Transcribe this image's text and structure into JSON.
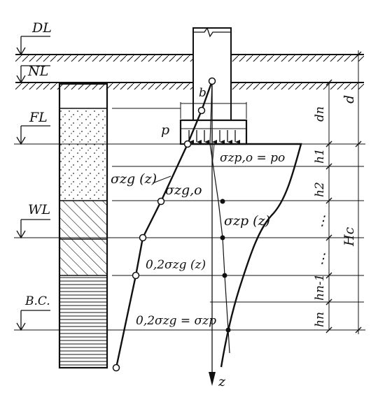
{
  "levels": {
    "dl": "DL",
    "nl": "NL",
    "fl": "FL",
    "wl": "WL",
    "bc": "B.C."
  },
  "load_label": "p",
  "width_label": "b",
  "depth": {
    "dn": "dn",
    "d": "d"
  },
  "layers": {
    "h1": "h1",
    "h2": "h2",
    "hn1": "hn-1",
    "hn": "hn",
    "hc": "Hc",
    "dots": "⋮"
  },
  "stress": {
    "szg": "σzg (z)",
    "szg0": "σzg,o",
    "szp0": "σzp,o = po",
    "szp": "σzp (z)",
    "szg02": "0,2σzg (z)",
    "limit": "0,2σzg = σzp"
  },
  "axis_z": "z"
}
